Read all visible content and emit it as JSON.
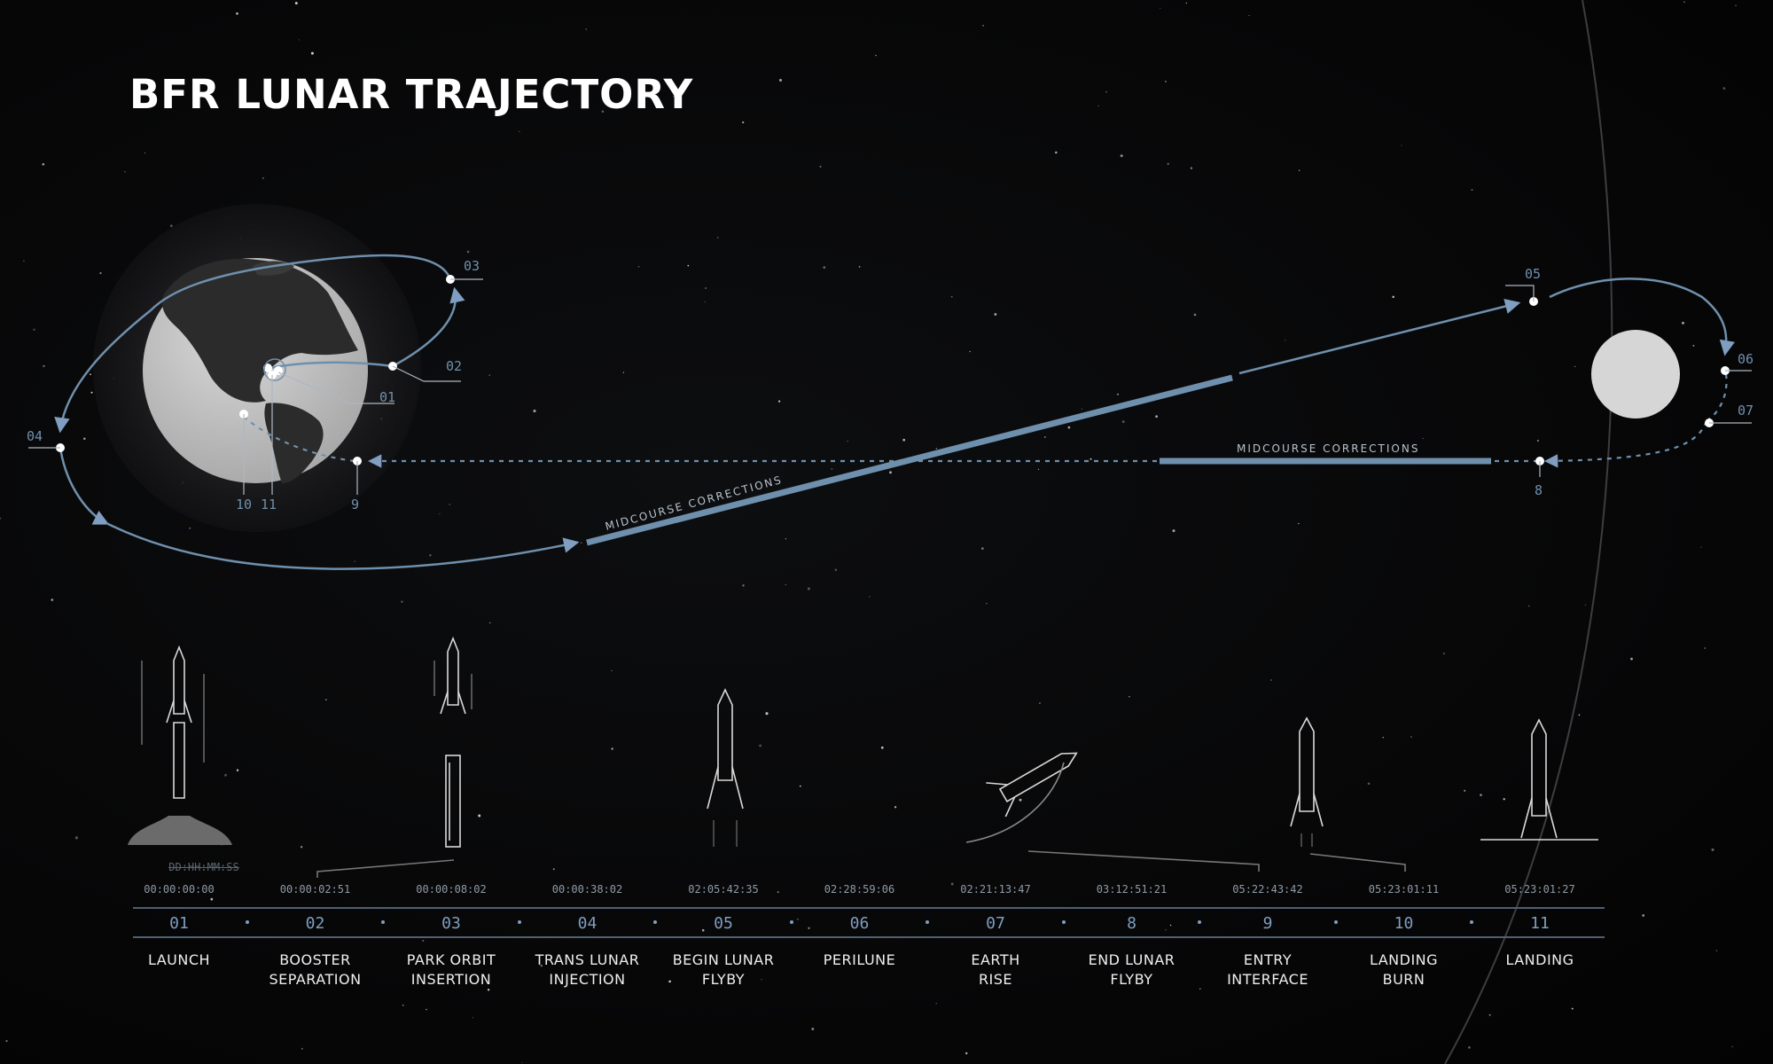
{
  "title": "BFR LUNAR TRAJECTORY",
  "trajectory_labels": {
    "p01": "01",
    "p02": "02",
    "p03": "03",
    "p04": "04",
    "p05": "05",
    "p06": "06",
    "p07": "07",
    "p8": "8",
    "p9": "9",
    "p10": "10",
    "p11": "11"
  },
  "captions": {
    "outbound": "MIDCOURSE CORRECTIONS",
    "return": "MIDCOURSE CORRECTIONS"
  },
  "time_format": "DD:HH:MM:SS",
  "timeline": [
    {
      "num": "01",
      "time": "00:00:00:00",
      "name": "LAUNCH"
    },
    {
      "num": "02",
      "time": "00:00:02:51",
      "name": "BOOSTER\nSEPARATION"
    },
    {
      "num": "03",
      "time": "00:00:08:02",
      "name": "PARK ORBIT\nINSERTION"
    },
    {
      "num": "04",
      "time": "00:00:38:02",
      "name": "TRANS LUNAR\nINJECTION"
    },
    {
      "num": "05",
      "time": "02:05:42:35",
      "name": "BEGIN LUNAR\nFLYBY"
    },
    {
      "num": "06",
      "time": "02:28:59:06",
      "name": "PERILUNE"
    },
    {
      "num": "07",
      "time": "02:21:13:47",
      "name": "EARTH\nRISE"
    },
    {
      "num": "8",
      "time": "03:12:51:21",
      "name": "END LUNAR\nFLYBY"
    },
    {
      "num": "9",
      "time": "05:22:43:42",
      "name": "ENTRY\nINTERFACE"
    },
    {
      "num": "10",
      "time": "05:23:01:11",
      "name": "LANDING\nBURN"
    },
    {
      "num": "11",
      "time": "05:23:01:27",
      "name": "LANDING"
    }
  ],
  "colors": {
    "trajectory": "#6f90ad",
    "background": "#050505",
    "earth": "#c9c9c9",
    "moon": "#d6d6d6",
    "text": "#ffffff"
  },
  "icons": {
    "earth": "earth-globe-icon",
    "moon": "moon-icon",
    "ship": "starship-rocket-icon",
    "booster": "super-heavy-booster-icon"
  }
}
